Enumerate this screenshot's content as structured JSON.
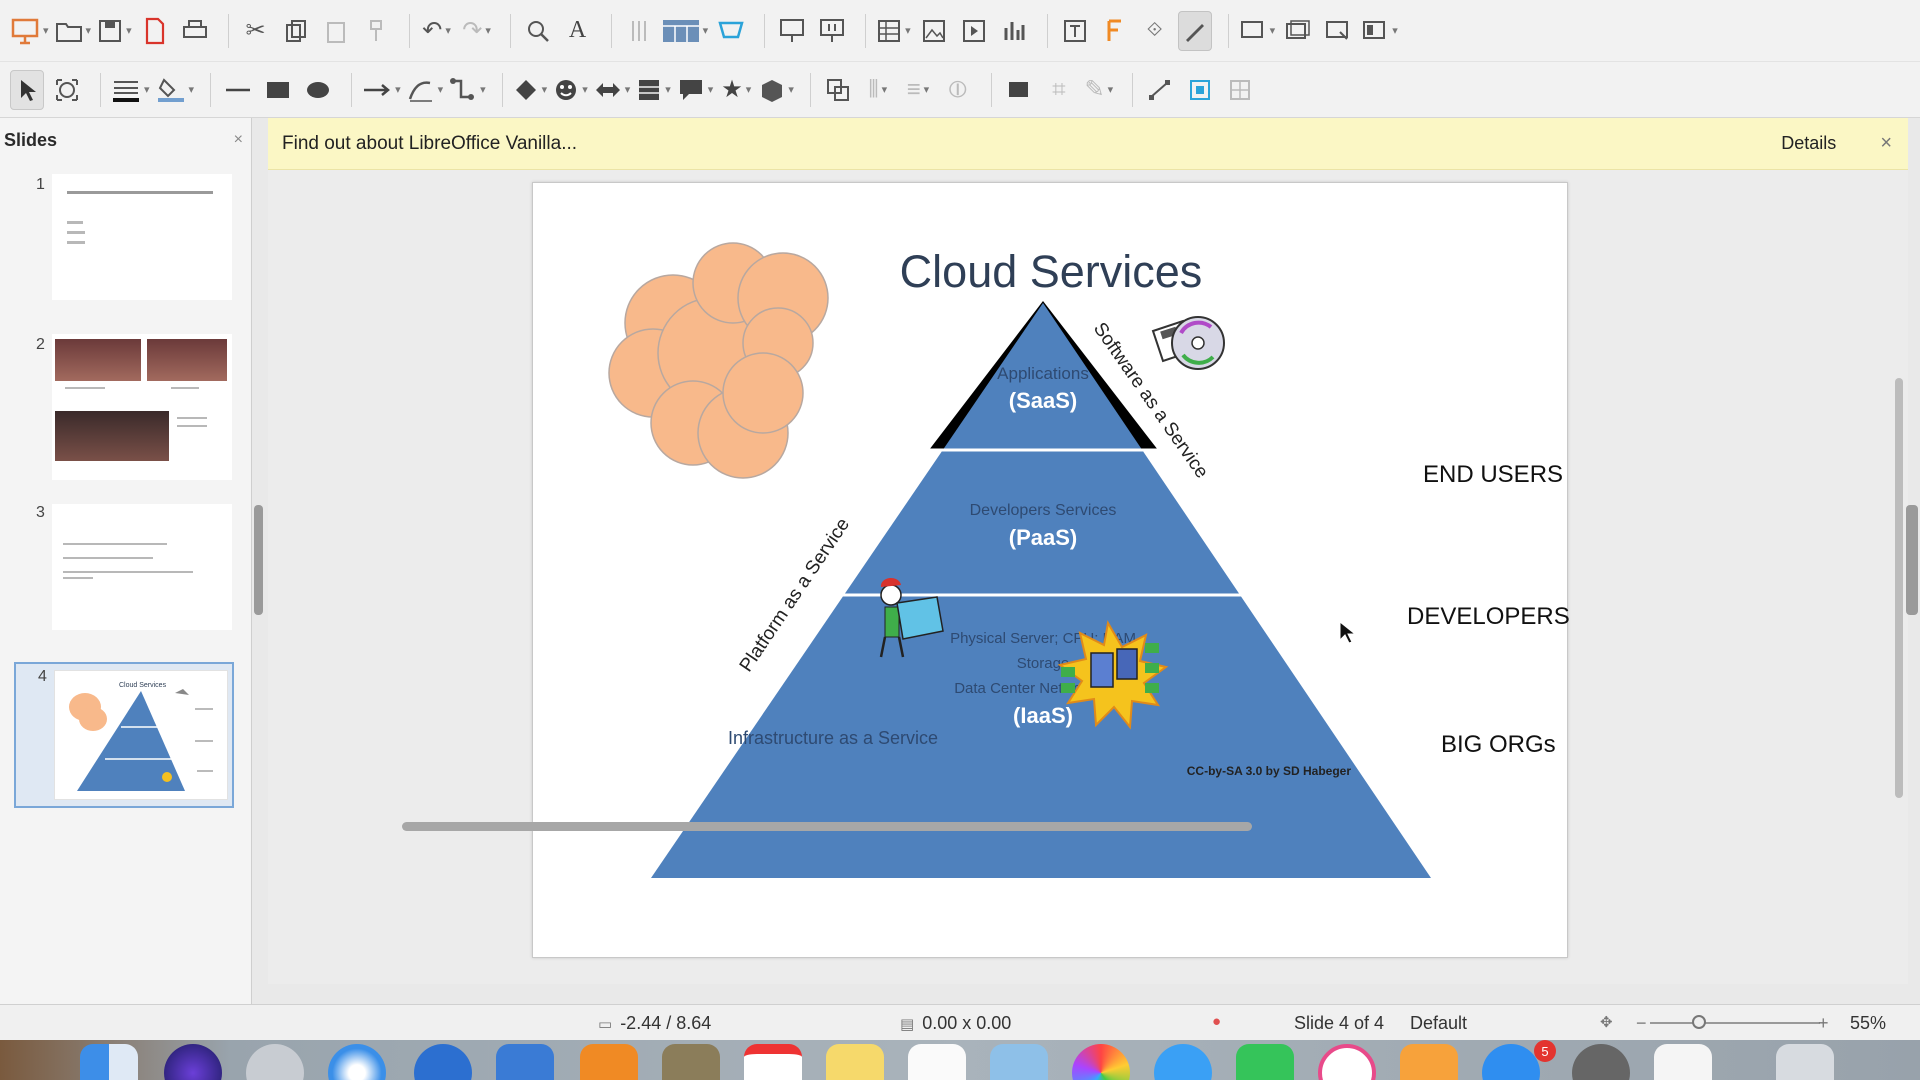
{
  "toolbar1": {
    "icons": [
      "presentation-icon",
      "open-folder-icon",
      "save-icon",
      "export-pdf-icon",
      "print-icon",
      "cut-icon",
      "copy-icon",
      "paste-icon",
      "clone-formatting-icon",
      "undo-icon",
      "redo-icon",
      "find-replace-icon",
      "spelling-icon",
      "grid-icon",
      "display-views-icon",
      "master-slide-icon",
      "start-first-slide-icon",
      "start-current-slide-icon",
      "table-icon",
      "image-icon",
      "media-icon",
      "chart-icon",
      "text-box-icon",
      "fontwork-icon",
      "hyperlink-icon",
      "show-draw-functions-icon",
      "new-slide-icon",
      "duplicate-slide-icon",
      "delete-slide-icon",
      "slide-layout-icon"
    ]
  },
  "toolbar2": {
    "icons": [
      "select-icon",
      "zoom-pan-icon",
      "line-color-icon",
      "fill-color-icon",
      "line-icon",
      "rectangle-icon",
      "ellipse-icon",
      "arrow-line-icon",
      "curve-icon",
      "connector-icon",
      "basic-shapes-icon",
      "symbol-shapes-icon",
      "block-arrows-icon",
      "flowchart-icon",
      "callouts-icon",
      "stars-icon",
      "3d-objects-icon",
      "rotate-icon",
      "align-icon",
      "arrange-icon",
      "distribute-icon",
      "shadow-icon",
      "crop-icon",
      "filter-icon",
      "points-icon",
      "glue-points-icon",
      "toggle-extrusion-icon"
    ]
  },
  "slides_pane": {
    "title": "Slides",
    "close_label": "×",
    "thumbnails": [
      {
        "number": "1"
      },
      {
        "number": "2"
      },
      {
        "number": "3"
      },
      {
        "number": "4"
      }
    ]
  },
  "infobar": {
    "message": "Find out about LibreOffice Vanilla...",
    "details_label": "Details",
    "close_label": "×"
  },
  "slide": {
    "title": "Cloud Services",
    "saas_line1": "Applications",
    "saas_line2": "(SaaS)",
    "paas_line1": "Developers Services",
    "paas_line2": "(PaaS)",
    "iaas_line1": "Physical Server; CPU; RAM",
    "iaas_line2": "Storage",
    "iaas_line3": "Data Center Networks",
    "iaas_line4": "(IaaS)",
    "iaas_caption": "Infrastructure as a Service",
    "software_as_service": "Software as a Service",
    "platform_as_service": "Platform as a Service",
    "credit": "CC-by-SA 3.0 by SD Habeger",
    "label_end_users": "END USERS",
    "label_developers": "DEVELOPERS",
    "label_big_orgs": "BIG ORGs",
    "colors": {
      "pyramid": "#4f81bd",
      "cloud": "#f8b98b",
      "title": "#2f3f56"
    }
  },
  "statusbar": {
    "position": "-2.44 / 8.64",
    "size": "0.00 x 0.00",
    "slide_indicator": "Slide 4 of 4",
    "master": "Default",
    "zoom": "55%"
  },
  "dock": {
    "badge_count": "5"
  }
}
